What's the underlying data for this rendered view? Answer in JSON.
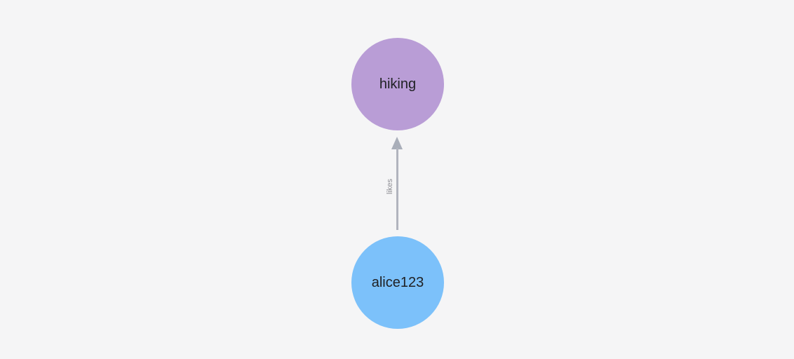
{
  "graph": {
    "nodes": [
      {
        "id": "hiking",
        "label": "hiking",
        "color": "#b99dd6",
        "shape": "circle"
      },
      {
        "id": "alice123",
        "label": "alice123",
        "color": "#7cc1fa",
        "shape": "circle"
      }
    ],
    "edges": [
      {
        "from": "alice123",
        "to": "hiking",
        "label": "likes",
        "directed": true,
        "arrow_direction": "up"
      }
    ],
    "colors": {
      "background": "#f5f5f6",
      "edge_line": "#b1b4be",
      "edge_arrowhead": "#a9aeb9",
      "edge_label_text": "#8d8d93",
      "node_label_text": "#202124"
    }
  }
}
